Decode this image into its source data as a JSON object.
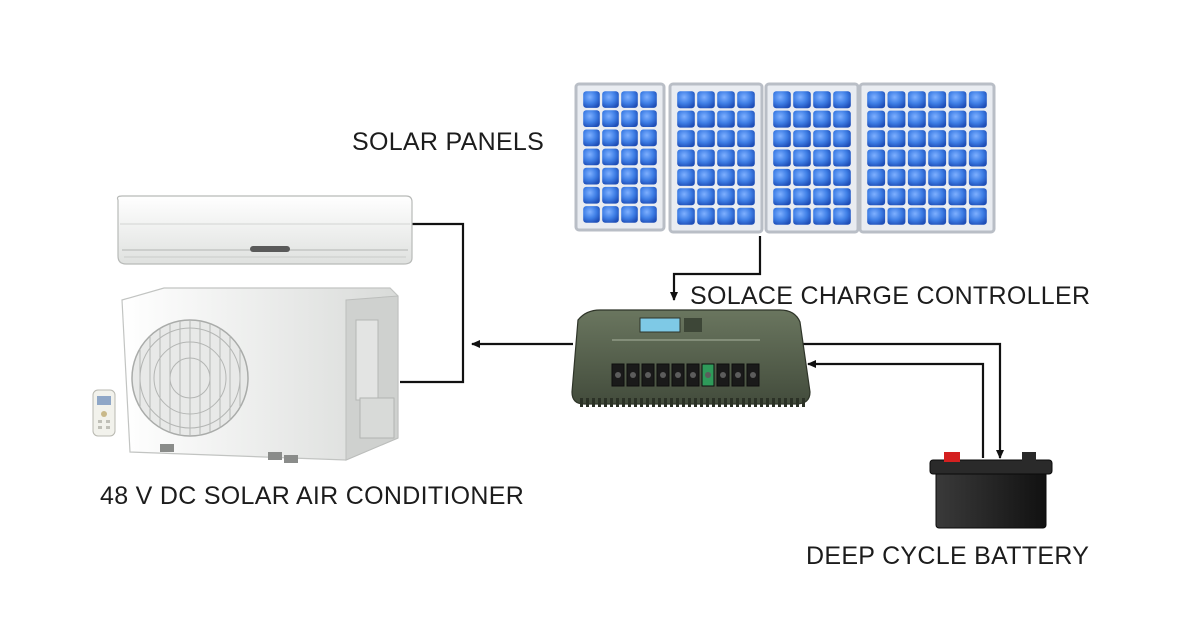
{
  "labels": {
    "solar_panels": "SOLAR PANELS",
    "charge_controller": "SOLACE CHARGE CONTROLLER",
    "air_conditioner": "48 V DC SOLAR AIR CONDITIONER",
    "battery": "DEEP CYCLE BATTERY"
  },
  "components": {
    "solar_panel_count": 4,
    "controller_terminal_count": 10
  },
  "colors": {
    "panel_frame": "#b9bec6",
    "panel_cell": "#3f7fe6",
    "panel_cell_dark": "#1f4fb8",
    "controller_body": "#56614e",
    "battery_body": "#1e1e1e",
    "battery_terminal": "#d42020",
    "wire": "#111111",
    "ac_body": "#f1f2f1"
  }
}
